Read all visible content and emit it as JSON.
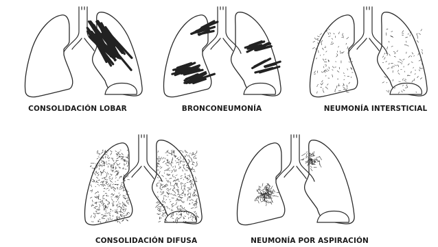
{
  "panels": [
    {
      "id": "lobar",
      "caption": "CONSOLIDACIÓN LOBAR"
    },
    {
      "id": "broncho",
      "caption": "BRONCONEUMONÍA"
    },
    {
      "id": "interstitial",
      "caption": "NEUMONÍA INTERSTICIAL"
    },
    {
      "id": "diffuse",
      "caption": "CONSOLIDACIÓN DIFUSA"
    },
    {
      "id": "aspiration",
      "caption": "NEUMONÍA POR ASPIRACIÓN"
    }
  ],
  "colors": {
    "ink": "#2a2a2a",
    "background": "#ffffff"
  }
}
